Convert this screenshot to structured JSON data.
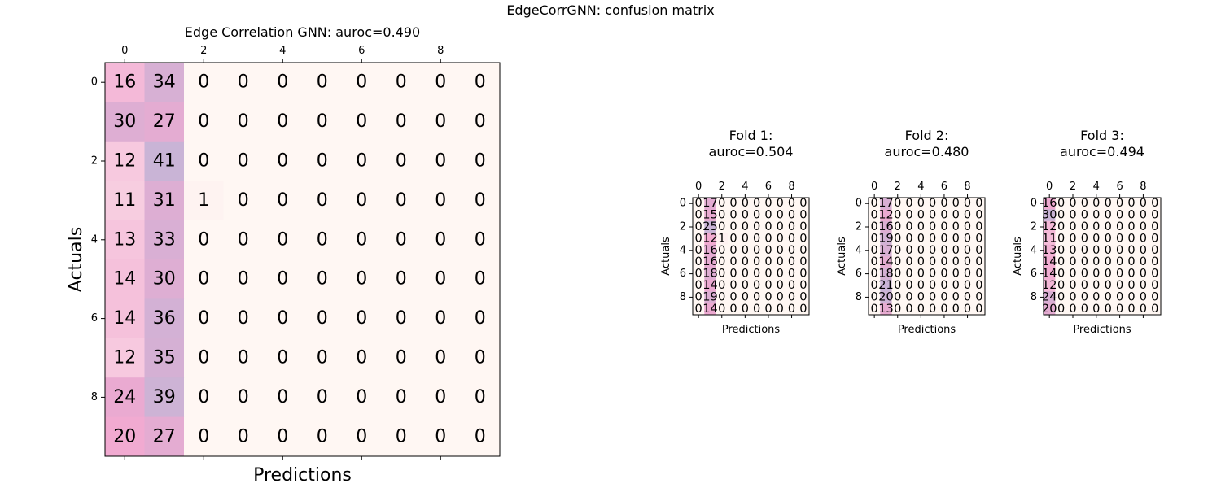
{
  "figure_title": "EdgeCorrGNN: confusion matrix",
  "palette": {
    "low": "#fff7f3",
    "mid": "#f1a8d0",
    "high": "#c9b4d6",
    "text": "#000000",
    "frame": "#000000"
  },
  "chart_data": [
    {
      "type": "heatmap",
      "title": "Edge Correlation GNN: auroc=0.490",
      "xlabel": "Predictions",
      "ylabel": "Actuals",
      "tick_labels_x": [
        "0",
        "2",
        "4",
        "6",
        "8"
      ],
      "tick_labels_y": [
        "0",
        "2",
        "4",
        "6",
        "8"
      ],
      "ticks_at": [
        0,
        2,
        4,
        6,
        8
      ],
      "rows": 10,
      "cols": 10,
      "values": [
        [
          16,
          34,
          0,
          0,
          0,
          0,
          0,
          0,
          0,
          0
        ],
        [
          30,
          27,
          0,
          0,
          0,
          0,
          0,
          0,
          0,
          0
        ],
        [
          12,
          41,
          0,
          0,
          0,
          0,
          0,
          0,
          0,
          0
        ],
        [
          11,
          31,
          1,
          0,
          0,
          0,
          0,
          0,
          0,
          0
        ],
        [
          13,
          33,
          0,
          0,
          0,
          0,
          0,
          0,
          0,
          0
        ],
        [
          14,
          30,
          0,
          0,
          0,
          0,
          0,
          0,
          0,
          0
        ],
        [
          14,
          36,
          0,
          0,
          0,
          0,
          0,
          0,
          0,
          0
        ],
        [
          12,
          35,
          0,
          0,
          0,
          0,
          0,
          0,
          0,
          0
        ],
        [
          24,
          39,
          0,
          0,
          0,
          0,
          0,
          0,
          0,
          0
        ],
        [
          20,
          27,
          0,
          0,
          0,
          0,
          0,
          0,
          0,
          0
        ]
      ]
    },
    {
      "type": "heatmap",
      "title": "Fold 1:\nauroc=0.504",
      "xlabel": "Predictions",
      "ylabel": "Actuals",
      "tick_labels_x": [
        "0",
        "2",
        "4",
        "6",
        "8"
      ],
      "tick_labels_y": [
        "0",
        "2",
        "4",
        "6",
        "8"
      ],
      "ticks_at": [
        0,
        2,
        4,
        6,
        8
      ],
      "rows": 10,
      "cols": 10,
      "values": [
        [
          0,
          17,
          0,
          0,
          0,
          0,
          0,
          0,
          0,
          0
        ],
        [
          0,
          15,
          0,
          0,
          0,
          0,
          0,
          0,
          0,
          0
        ],
        [
          0,
          25,
          0,
          0,
          0,
          0,
          0,
          0,
          0,
          0
        ],
        [
          0,
          12,
          1,
          0,
          0,
          0,
          0,
          0,
          0,
          0
        ],
        [
          0,
          16,
          0,
          0,
          0,
          0,
          0,
          0,
          0,
          0
        ],
        [
          0,
          16,
          0,
          0,
          0,
          0,
          0,
          0,
          0,
          0
        ],
        [
          0,
          18,
          0,
          0,
          0,
          0,
          0,
          0,
          0,
          0
        ],
        [
          0,
          14,
          0,
          0,
          0,
          0,
          0,
          0,
          0,
          0
        ],
        [
          0,
          19,
          0,
          0,
          0,
          0,
          0,
          0,
          0,
          0
        ],
        [
          0,
          14,
          0,
          0,
          0,
          0,
          0,
          0,
          0,
          0
        ]
      ]
    },
    {
      "type": "heatmap",
      "title": "Fold 2:\nauroc=0.480",
      "xlabel": "Predictions",
      "ylabel": "Actuals",
      "tick_labels_x": [
        "0",
        "2",
        "4",
        "6",
        "8"
      ],
      "tick_labels_y": [
        "0",
        "2",
        "4",
        "6",
        "8"
      ],
      "ticks_at": [
        0,
        2,
        4,
        6,
        8
      ],
      "rows": 10,
      "cols": 10,
      "values": [
        [
          0,
          17,
          0,
          0,
          0,
          0,
          0,
          0,
          0,
          0
        ],
        [
          0,
          12,
          0,
          0,
          0,
          0,
          0,
          0,
          0,
          0
        ],
        [
          0,
          16,
          0,
          0,
          0,
          0,
          0,
          0,
          0,
          0
        ],
        [
          0,
          19,
          0,
          0,
          0,
          0,
          0,
          0,
          0,
          0
        ],
        [
          0,
          17,
          0,
          0,
          0,
          0,
          0,
          0,
          0,
          0
        ],
        [
          0,
          14,
          0,
          0,
          0,
          0,
          0,
          0,
          0,
          0
        ],
        [
          0,
          18,
          0,
          0,
          0,
          0,
          0,
          0,
          0,
          0
        ],
        [
          0,
          21,
          0,
          0,
          0,
          0,
          0,
          0,
          0,
          0
        ],
        [
          0,
          20,
          0,
          0,
          0,
          0,
          0,
          0,
          0,
          0
        ],
        [
          0,
          13,
          0,
          0,
          0,
          0,
          0,
          0,
          0,
          0
        ]
      ]
    },
    {
      "type": "heatmap",
      "title": "Fold 3:\nauroc=0.494",
      "xlabel": "Predictions",
      "ylabel": "Actuals",
      "tick_labels_x": [
        "0",
        "2",
        "4",
        "6",
        "8"
      ],
      "tick_labels_y": [
        "0",
        "2",
        "4",
        "6",
        "8"
      ],
      "ticks_at": [
        0,
        2,
        4,
        6,
        8
      ],
      "rows": 10,
      "cols": 10,
      "values": [
        [
          16,
          0,
          0,
          0,
          0,
          0,
          0,
          0,
          0,
          0
        ],
        [
          30,
          0,
          0,
          0,
          0,
          0,
          0,
          0,
          0,
          0
        ],
        [
          12,
          0,
          0,
          0,
          0,
          0,
          0,
          0,
          0,
          0
        ],
        [
          11,
          0,
          0,
          0,
          0,
          0,
          0,
          0,
          0,
          0
        ],
        [
          13,
          0,
          0,
          0,
          0,
          0,
          0,
          0,
          0,
          0
        ],
        [
          14,
          0,
          0,
          0,
          0,
          0,
          0,
          0,
          0,
          0
        ],
        [
          14,
          0,
          0,
          0,
          0,
          0,
          0,
          0,
          0,
          0
        ],
        [
          12,
          0,
          0,
          0,
          0,
          0,
          0,
          0,
          0,
          0
        ],
        [
          24,
          0,
          0,
          0,
          0,
          0,
          0,
          0,
          0,
          0
        ],
        [
          20,
          0,
          0,
          0,
          0,
          0,
          0,
          0,
          0,
          0
        ]
      ]
    }
  ]
}
